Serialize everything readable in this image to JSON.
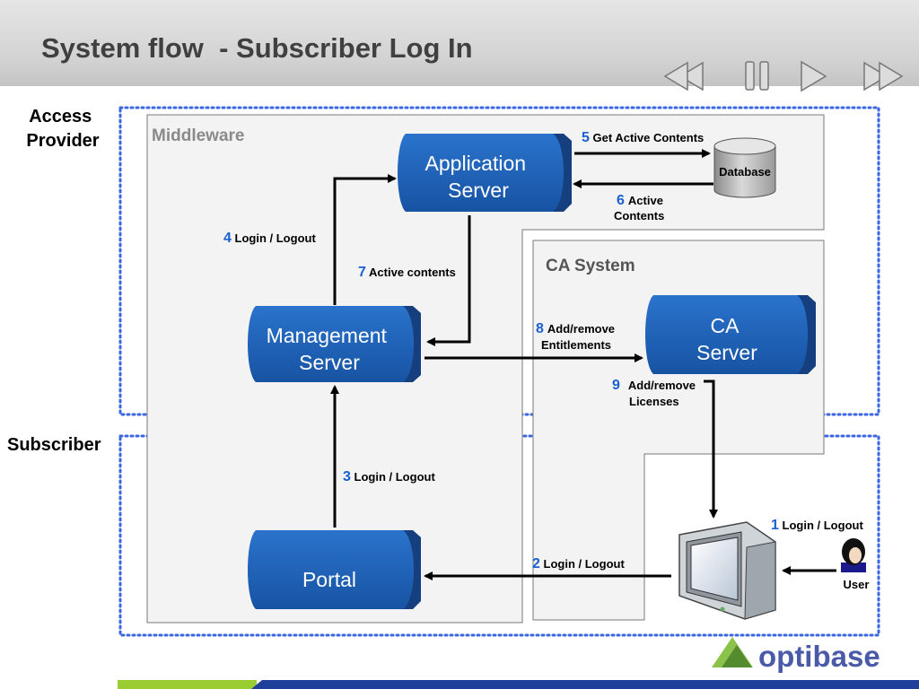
{
  "title": "System flow  - Subscriber Log In",
  "regions": {
    "access_provider": [
      "Access",
      "Provider"
    ],
    "subscriber": "Subscriber",
    "middleware": "Middleware",
    "ca_system": "CA System"
  },
  "nodes": {
    "application_server": [
      "Application",
      "Server"
    ],
    "management_server": [
      "Management",
      "Server"
    ],
    "ca_server": [
      "CA",
      "Server"
    ],
    "portal": "Portal",
    "database": "Database",
    "user": "User"
  },
  "steps": [
    {
      "num": "1",
      "text": [
        "Login / Logout"
      ]
    },
    {
      "num": "2",
      "text": [
        "Login / Logout"
      ]
    },
    {
      "num": "3",
      "text": [
        "Login / Logout"
      ]
    },
    {
      "num": "4",
      "text": [
        "Login / Logout"
      ]
    },
    {
      "num": "5",
      "text": [
        "Get Active Contents"
      ]
    },
    {
      "num": "6",
      "text": [
        "Active",
        "Contents"
      ]
    },
    {
      "num": "7",
      "text": [
        "Active contents"
      ]
    },
    {
      "num": "8",
      "text": [
        "Add/remove",
        "Entitlements"
      ]
    },
    {
      "num": "9",
      "text": [
        "Add/remove",
        "Licenses"
      ]
    }
  ],
  "logo": "optibase",
  "navigation": [
    "rewind-icon",
    "pause-icon",
    "play-icon",
    "fast-forward-icon"
  ],
  "colors": {
    "node_blue": "#1f64b8",
    "step_number": "#1a5fd0",
    "region_border": "#3a66e0",
    "header_gray": "#d2d2d2"
  }
}
